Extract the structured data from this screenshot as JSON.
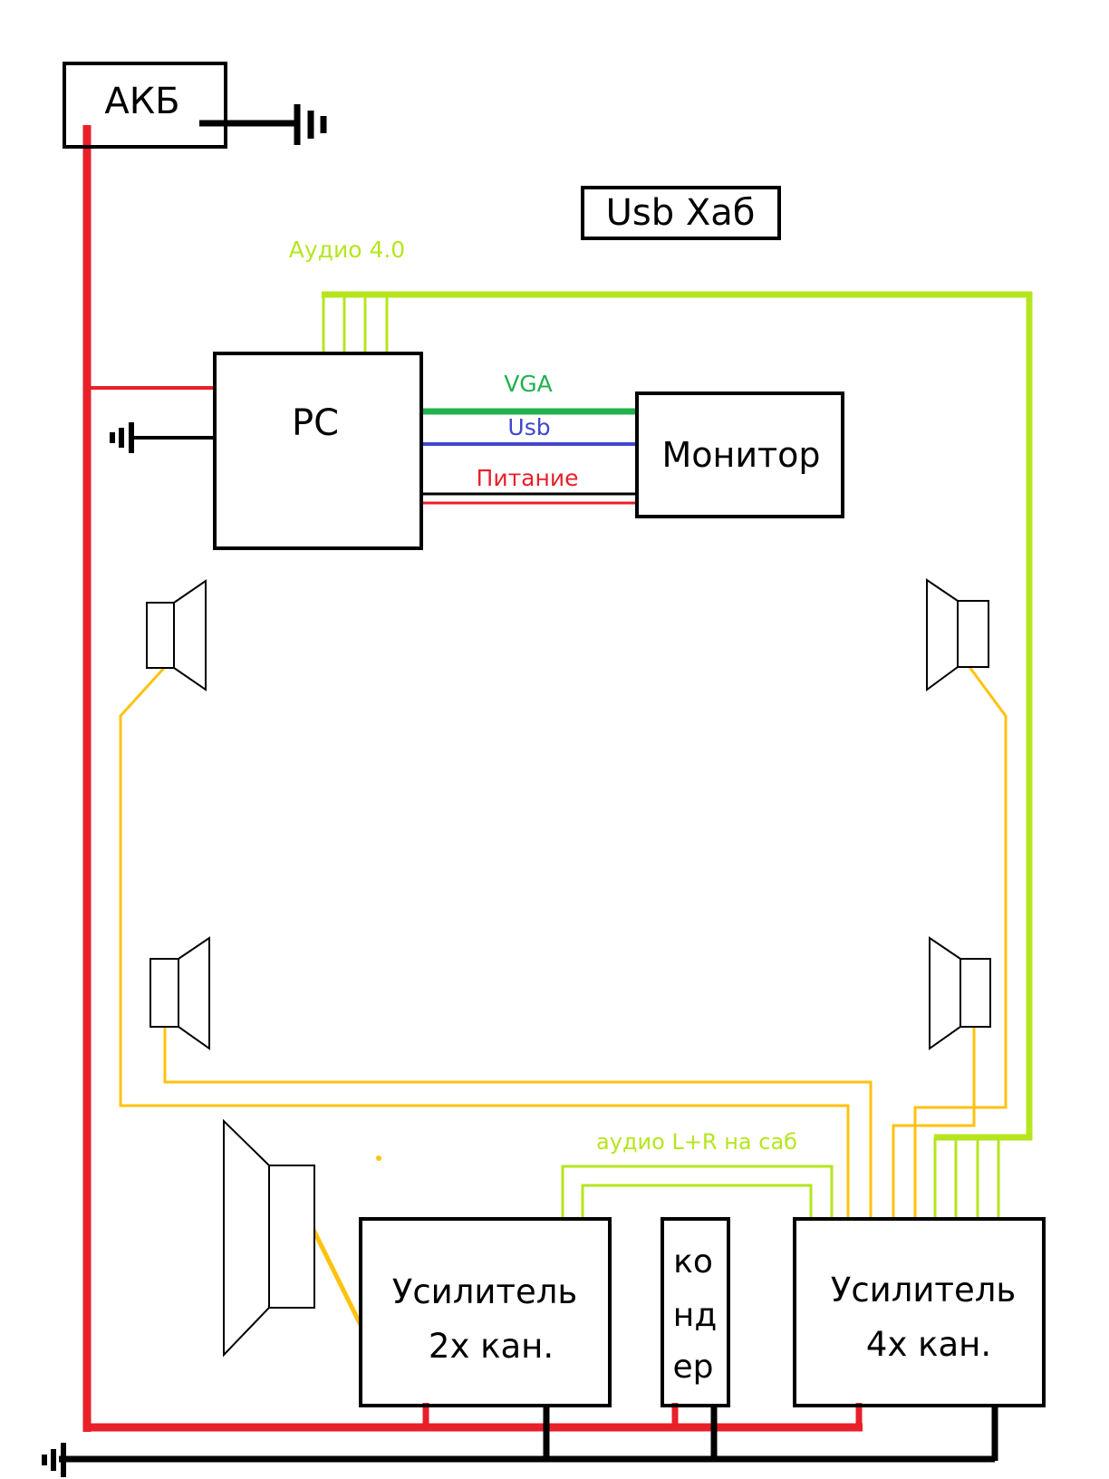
{
  "blocks": {
    "akb": "АКБ",
    "usb_hub": "Usb Хаб",
    "pc": "PC",
    "monitor": "Монитор",
    "amp2_line1": "Усилитель",
    "amp2_line2": "2х кан.",
    "amp4_line1": "Усилитель",
    "amp4_line2": "4х кан.",
    "capacitor_line1": "ко",
    "capacitor_line2": "нд",
    "capacitor_line3": "ер"
  },
  "wires": {
    "audio_40": "Аудио 4.0",
    "vga": "VGA",
    "usb": "Usb",
    "power": "Питание",
    "sub_audio": "аудио L+R на саб"
  },
  "colors": {
    "power": "#e8202a",
    "ground": "#000000",
    "audio": "#b5e61d",
    "speaker": "#ffc20e",
    "vga": "#22b14c",
    "usb": "#3f48cc"
  }
}
